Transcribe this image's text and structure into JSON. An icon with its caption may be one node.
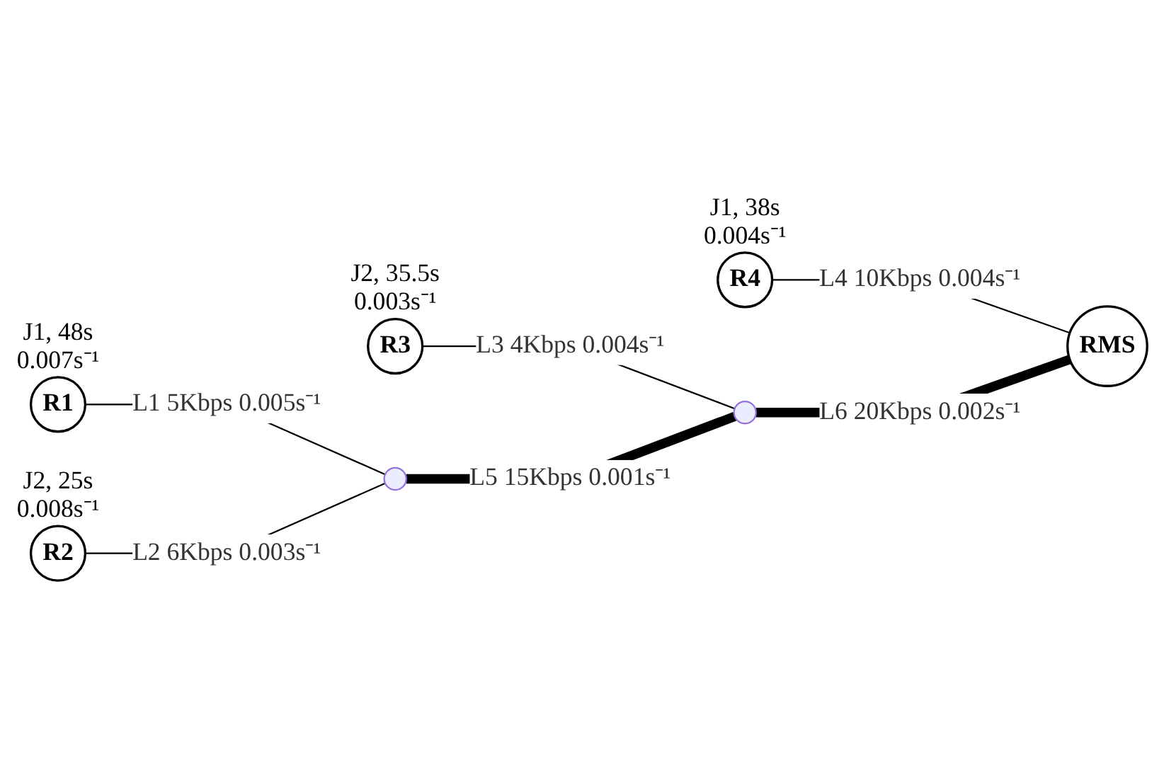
{
  "diagram": {
    "nodes": [
      {
        "text": [
          "R2"
        ],
        "beside": [
          "J2, 25s",
          "0.008s⁻¹"
        ]
      },
      {
        "text": [
          "R4"
        ],
        "beside": [
          "J1, 38s",
          "0.004s⁻¹"
        ]
      },
      {
        "text": [
          "R3"
        ],
        "beside": [
          "J2, 35.5s",
          "0.003s⁻¹"
        ]
      },
      {
        "text": [],
        "shape": "circle"
      },
      {
        "text": [
          "R1"
        ],
        "beside": [
          "J1, 48s",
          "0.007s⁻¹"
        ]
      },
      {
        "text": [],
        "shape": "circle"
      },
      {
        "text": [
          "RMS"
        ]
      }
    ],
    "edges": [
      {
        "from": 4,
        "to": 3,
        "arrow": "none",
        "label": "L1 5Kbps 0.005s⁻¹"
      },
      {
        "from": 0,
        "to": 3,
        "arrow": "none",
        "label": "L2 6Kbps 0.003s⁻¹"
      },
      {
        "from": 2,
        "to": 5,
        "arrow": "none",
        "label": "L3 4Kbps 0.004s⁻¹"
      },
      {
        "from": 1,
        "to": 6,
        "arrow": "none",
        "label": "L4 10Kbps 0.004s⁻¹"
      },
      {
        "from": 3,
        "to": 5,
        "arrow": "none",
        "label": "L5 15Kbps 0.001s⁻¹",
        "style": "thick"
      },
      {
        "from": 5,
        "to": 6,
        "arrow": "none",
        "label": "L6 20Kbps 0.002s⁻¹",
        "style": "thick"
      }
    ]
  }
}
